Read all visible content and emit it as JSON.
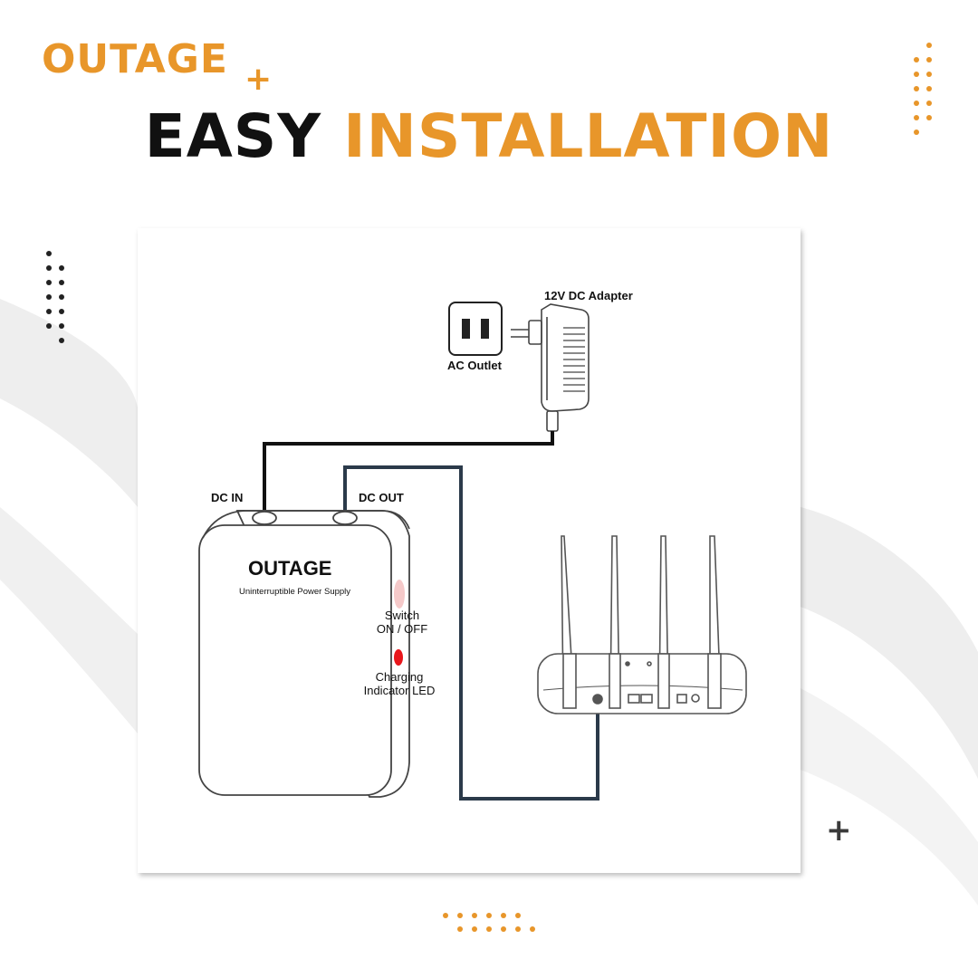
{
  "header": {
    "brand": "OUTAGE",
    "brand_plus": "+",
    "headline_word1": "EASY",
    "headline_word2": "INSTALLATION"
  },
  "colors": {
    "accent": "#e8962a",
    "dark": "#111111",
    "cable_power": "#111111",
    "cable_output": "#2b3a4a",
    "led_red": "#e8161b",
    "switch_pink": "#f5c9c9"
  },
  "icons": {
    "outlet": "ac-outlet-icon",
    "adapter": "dc-adapter-icon",
    "ups": "ups-device-icon",
    "router": "router-icon",
    "plus": "plus-icon"
  },
  "diagram": {
    "adapter_label": "12V  DC Adapter",
    "outlet_label": "AC Outlet",
    "dc_in_label": "DC IN",
    "dc_out_label": "DC OUT",
    "ups_brand": "OUTAGE",
    "ups_subtitle": "Uninterruptible Power Supply",
    "switch_label_line1": "Switch",
    "switch_label_line2": "ON / OFF",
    "led_label_line1": "Charging",
    "led_label_line2": "Indicator LED"
  },
  "footer": {
    "plus": "+"
  }
}
